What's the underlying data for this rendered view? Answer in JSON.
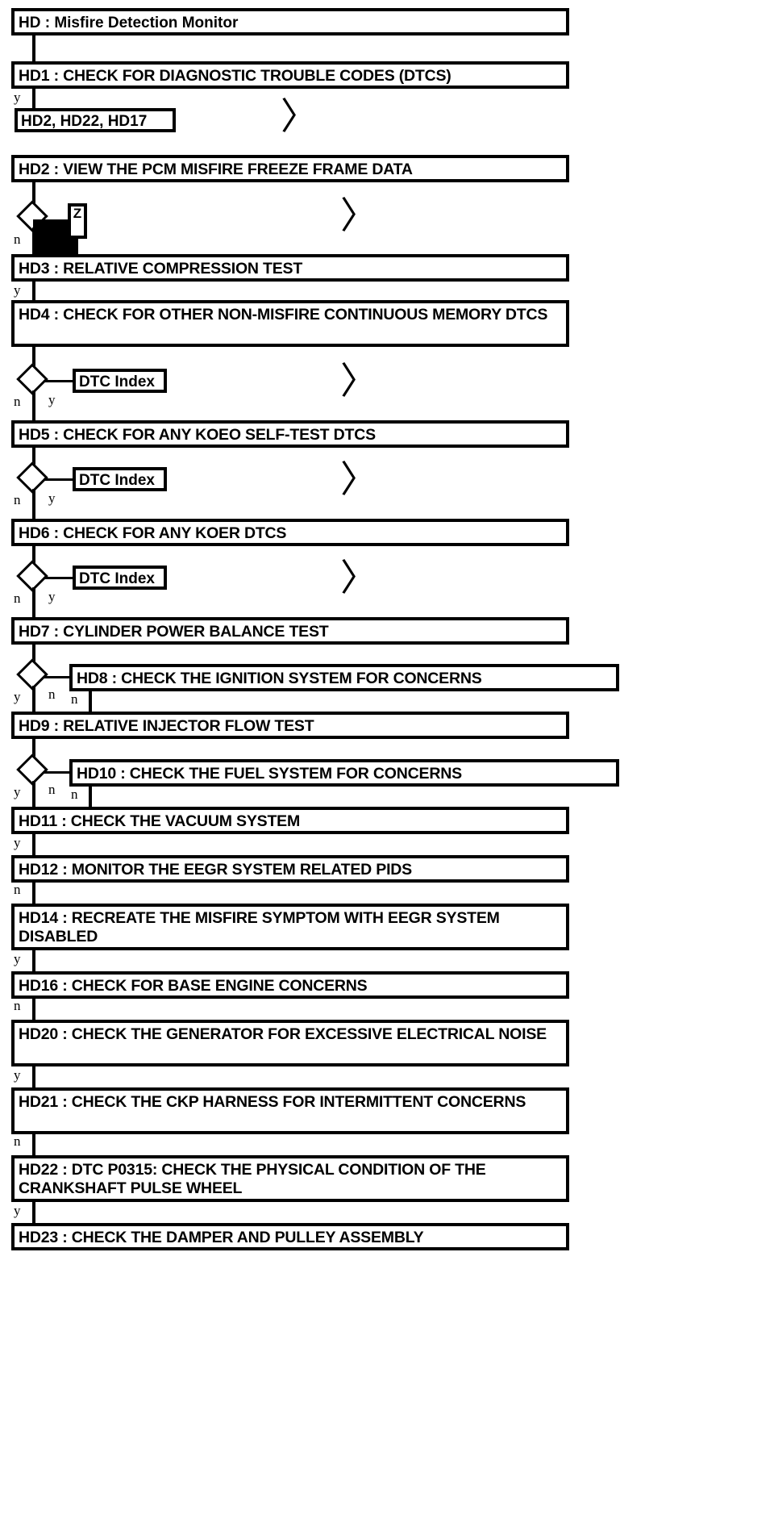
{
  "diagram": {
    "type": "flowchart",
    "title": "HD : Misfire Detection Monitor",
    "nodes": [
      {
        "id": "HD",
        "label": "HD : Misfire Detection Monitor"
      },
      {
        "id": "HD1",
        "label": "HD1 : CHECK FOR DIAGNOSTIC TROUBLE CODES (DTCS)"
      },
      {
        "id": "HD2",
        "label": "HD2 : VIEW THE PCM MISFIRE FREEZE FRAME DATA"
      },
      {
        "id": "HD3",
        "label": "HD3 : RELATIVE COMPRESSION TEST"
      },
      {
        "id": "HD4",
        "label": "HD4 : CHECK FOR OTHER NON-MISFIRE CONTINUOUS MEMORY DTCS"
      },
      {
        "id": "HD5",
        "label": "HD5 : CHECK FOR ANY KOEO SELF-TEST DTCS"
      },
      {
        "id": "HD6",
        "label": "HD6 : CHECK FOR ANY KOER DTCS"
      },
      {
        "id": "HD7",
        "label": "HD7 : CYLINDER POWER BALANCE TEST"
      },
      {
        "id": "HD8",
        "label": "HD8 : CHECK THE IGNITION SYSTEM FOR CONCERNS"
      },
      {
        "id": "HD9",
        "label": "HD9 : RELATIVE INJECTOR FLOW TEST"
      },
      {
        "id": "HD10",
        "label": "HD10 : CHECK THE FUEL SYSTEM FOR CONCERNS"
      },
      {
        "id": "HD11",
        "label": "HD11 : CHECK THE VACUUM SYSTEM"
      },
      {
        "id": "HD12",
        "label": "HD12 : MONITOR THE EEGR SYSTEM RELATED PIDS"
      },
      {
        "id": "HD14",
        "label": "HD14 : RECREATE THE MISFIRE SYMPTOM WITH EEGR SYSTEM DISABLED"
      },
      {
        "id": "HD16",
        "label": "HD16 : CHECK FOR BASE ENGINE CONCERNS"
      },
      {
        "id": "HD20",
        "label": "HD20 : CHECK THE GENERATOR FOR EXCESSIVE ELECTRICAL NOISE"
      },
      {
        "id": "HD21",
        "label": "HD21 : CHECK THE CKP HARNESS FOR INTERMITTENT CONCERNS"
      },
      {
        "id": "HD22",
        "label": "HD22 : DTC P0315: CHECK THE PHYSICAL CONDITION OF THE CRANKSHAFT PULSE WHEEL"
      },
      {
        "id": "HD23",
        "label": "HD23 : CHECK THE DAMPER AND PULLEY ASSEMBLY"
      }
    ],
    "references": [
      {
        "id": "ref-hd2-hd22-hd17",
        "label": "HD2, HD22, HD17"
      },
      {
        "id": "ref-dtc-index-1",
        "label": "DTC Index"
      },
      {
        "id": "ref-dtc-index-2",
        "label": "DTC Index"
      },
      {
        "id": "ref-dtc-index-3",
        "label": "DTC Index"
      },
      {
        "id": "ref-z-box",
        "label": "Z"
      }
    ],
    "branch_labels": {
      "hd1_y": "y",
      "hd2_n": "n",
      "hd3_y": "y",
      "hd4_n": "n",
      "hd4_y": "y",
      "hd5_n": "n",
      "hd5_y": "y",
      "hd6_n": "n",
      "hd6_y": "y",
      "hd7_y": "y",
      "hd7_n": "n",
      "hd8_n": "n",
      "hd9_y": "y",
      "hd9_n": "n",
      "hd10_n": "n",
      "hd11_y": "y",
      "hd12_n": "n",
      "hd14_y": "y",
      "hd16_n": "n",
      "hd20_y": "y",
      "hd21_n": "n",
      "hd22_y": "y"
    },
    "link_glyph": "〉",
    "colors": {
      "stroke": "#000000",
      "fill": "#ffffff",
      "highlight": "#000000"
    }
  }
}
